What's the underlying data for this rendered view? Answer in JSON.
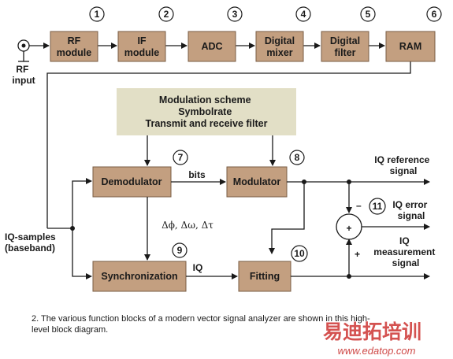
{
  "blocks": {
    "rf_module": [
      "RF",
      "module"
    ],
    "if_module": [
      "IF",
      "module"
    ],
    "adc": [
      "ADC"
    ],
    "digital_mixer": [
      "Digital",
      "mixer"
    ],
    "digital_filter": [
      "Digital",
      "filter"
    ],
    "ram": [
      "RAM"
    ],
    "demodulator": [
      "Demodulator"
    ],
    "modulator": [
      "Modulator"
    ],
    "synchronization": [
      "Synchronization"
    ],
    "fitting": [
      "Fitting"
    ]
  },
  "config_box": [
    "Modulation scheme",
    "Symbolrate",
    "Transmit and receive filter"
  ],
  "numbers": [
    "1",
    "2",
    "3",
    "4",
    "5",
    "6",
    "7",
    "8",
    "9",
    "10",
    "11"
  ],
  "labels": {
    "rf_input": [
      "RF",
      "input"
    ],
    "iq_samples": [
      "IQ-samples",
      "(baseband)"
    ],
    "bits": "bits",
    "iq": "IQ",
    "sync_params": "Δϕ, Δω, Δτ",
    "iq_reference": [
      "IQ reference",
      "signal"
    ],
    "iq_error": [
      "IQ error",
      "signal"
    ],
    "iq_measurement": [
      "IQ",
      "measurement",
      "signal"
    ],
    "sum_symbol": "+",
    "minus_sign": "–",
    "plus_sign": "+"
  },
  "caption": "2. The various function blocks of a modern vector signal analyzer are shown in this high-level block diagram.",
  "watermark": {
    "chinese": "易迪拓培训",
    "url": "www.edatop.com"
  }
}
